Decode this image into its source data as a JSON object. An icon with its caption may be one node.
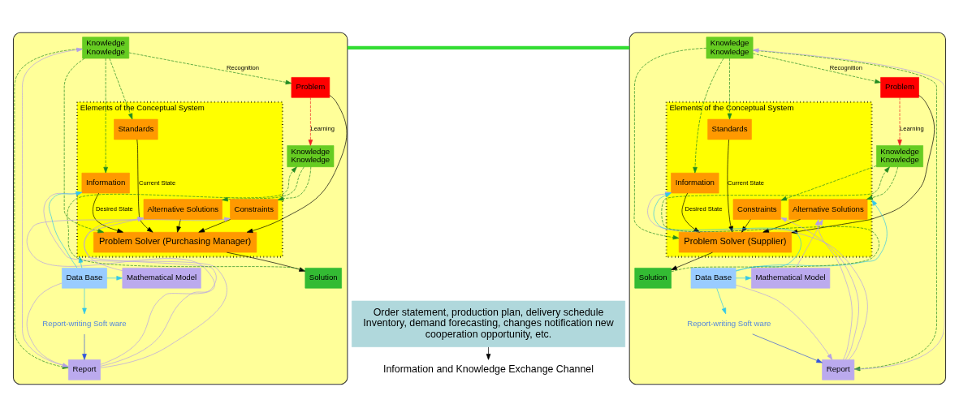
{
  "diagram": {
    "nodes": [
      {
        "text": [],
        "shape": "box"
      },
      {
        "text": [
          "Knowledge",
          "Knowledge"
        ],
        "in": 0
      },
      {
        "text": [
          "Problem"
        ],
        "in": 0
      },
      {
        "text": [
          "Knowledge",
          "Knowledge"
        ],
        "in": 0
      },
      {
        "text": [
          "Elements of the Conceptual System"
        ],
        "in": 0
      },
      {
        "text": [
          "Standards"
        ],
        "in": 4
      },
      {
        "text": [
          "Problem Solver (Purchasing Manager)"
        ],
        "in": 4
      },
      {
        "text": [
          "Alternative Solutions"
        ],
        "in": 4
      },
      {
        "text": [
          "Information"
        ],
        "in": 4
      },
      {
        "text": [
          "Constraints"
        ],
        "in": 4
      },
      {
        "text": [
          "Report"
        ],
        "in": 0
      },
      {
        "text": [
          "Data Base"
        ],
        "in": 0
      },
      {
        "text": [
          "Solution"
        ],
        "in": 0
      },
      {
        "text": [
          "Mathematical Model"
        ],
        "in": 0
      },
      {
        "text": [
          "Report-writing Soft ware"
        ],
        "in": 0
      },
      {
        "text": [],
        "shape": "box"
      },
      {
        "text": [
          "Knowledge",
          "Knowledge"
        ],
        "in": 15
      },
      {
        "text": [
          "Problem"
        ],
        "in": 15
      },
      {
        "text": [
          "Knowledge",
          "Knowledge"
        ],
        "in": 15
      },
      {
        "text": [
          "Elements of the Conceptual System"
        ],
        "in": 15
      },
      {
        "text": [
          "Standards"
        ],
        "in": 19
      },
      {
        "text": [
          "Problem Solver (Supplier)"
        ],
        "in": 19
      },
      {
        "text": [
          "Alternative Solutions"
        ],
        "in": 19
      },
      {
        "text": [
          "Information"
        ],
        "in": 19
      },
      {
        "text": [
          "Constraints"
        ],
        "in": 19
      },
      {
        "text": [
          "Report"
        ],
        "in": 15
      },
      {
        "text": [
          "Data Base"
        ],
        "in": 15
      },
      {
        "text": [
          "Solution"
        ],
        "in": 15
      },
      {
        "text": [
          "Mathematical Model"
        ],
        "in": 15
      },
      {
        "text": [
          "Report-writing Soft ware"
        ],
        "in": 15
      },
      {
        "text": [
          "Order statement, production plan, delivery schedule Inventory, demand forecasting, changes notification new cooperation opportunity, etc."
        ]
      },
      {
        "text": [
          "Information and Knowledge Exchange Channel"
        ]
      }
    ],
    "edges": [
      {
        "from": 1,
        "to": 2,
        "arrow": "to",
        "label": "Recognition",
        "style": "dashed",
        "color": "#228b22"
      },
      {
        "from": 2,
        "to": 3,
        "arrow": "to",
        "label": "Learning",
        "style": "dashed",
        "color": "#ee2222"
      },
      {
        "from": 2,
        "to": 6,
        "arrow": "to",
        "color": "#000000"
      },
      {
        "from": 1,
        "to": 5,
        "arrow": "to",
        "style": "dashed",
        "color": "#228b22"
      },
      {
        "from": 1,
        "to": 6,
        "arrow": "to",
        "style": "dashed",
        "color": "#228b22"
      },
      {
        "from": 1,
        "to": 8,
        "arrow": "to",
        "style": "dashed",
        "color": "#228b22"
      },
      {
        "from": 3,
        "to": 7,
        "arrow": "to",
        "style": "dashed",
        "color": "#228b22"
      },
      {
        "from": 3,
        "to": 9,
        "arrow": "to",
        "style": "dashed",
        "color": "#228b22"
      },
      {
        "from": 5,
        "to": 6,
        "arrow": "to",
        "label": "Current State",
        "color": "#000000"
      },
      {
        "from": 8,
        "to": 6,
        "arrow": "to",
        "label": "Desired State",
        "color": "#000000"
      },
      {
        "from": 7,
        "to": 6,
        "arrow": "to",
        "color": "#000000"
      },
      {
        "from": 9,
        "to": 6,
        "arrow": "to",
        "color": "#000000"
      },
      {
        "from": 6,
        "to": 12,
        "arrow": "to",
        "color": "#000000"
      },
      {
        "from": 12,
        "to": 3,
        "arrow": "to",
        "style": "dashed",
        "color": "#228b22"
      },
      {
        "from": 1,
        "to": 10,
        "arrow": "to",
        "style": "dashed",
        "color": "#228b22"
      },
      {
        "from": 10,
        "to": 1,
        "arrow": "to",
        "color": "#b4a0e6"
      },
      {
        "from": 10,
        "to": 8,
        "arrow": "to",
        "color": "#b4a0e6"
      },
      {
        "from": 10,
        "to": 7,
        "arrow": "to",
        "color": "#b4a0e6"
      },
      {
        "from": 10,
        "to": 9,
        "arrow": "to",
        "color": "#b4a0e6"
      },
      {
        "from": 13,
        "to": 7,
        "arrow": "to",
        "color": "#b4a0e6"
      },
      {
        "from": 11,
        "to": 10,
        "arrow": "to",
        "color": "#b4a0e6"
      },
      {
        "from": 11,
        "to": 8,
        "arrow": "to",
        "color": "#33c8e8"
      },
      {
        "from": 11,
        "to": 4,
        "arrow": "to",
        "color": "#33c8e8"
      },
      {
        "from": 11,
        "to": 14,
        "arrow": "to",
        "color": "#33c8e8"
      },
      {
        "from": 11,
        "to": 13,
        "arrow": "to",
        "color": "#33c8e8"
      },
      {
        "from": 14,
        "to": 10,
        "arrow": "to",
        "color": "#3355dd"
      },
      {
        "from": 16,
        "to": 17,
        "arrow": "to",
        "label": "Recognition",
        "style": "dashed",
        "color": "#228b22"
      },
      {
        "from": 17,
        "to": 18,
        "arrow": "to",
        "label": "Learning",
        "style": "dashed",
        "color": "#ee2222"
      },
      {
        "from": 17,
        "to": 21,
        "arrow": "to",
        "color": "#000000"
      },
      {
        "from": 16,
        "to": 20,
        "arrow": "to",
        "style": "dashed",
        "color": "#228b22"
      },
      {
        "from": 16,
        "to": 21,
        "arrow": "to",
        "style": "dashed",
        "color": "#228b22"
      },
      {
        "from": 16,
        "to": 23,
        "arrow": "to",
        "style": "dashed",
        "color": "#228b22"
      },
      {
        "from": 18,
        "to": 22,
        "arrow": "to",
        "style": "dashed",
        "color": "#228b22"
      },
      {
        "from": 18,
        "to": 24,
        "arrow": "to",
        "style": "dashed",
        "color": "#228b22"
      },
      {
        "from": 20,
        "to": 21,
        "arrow": "to",
        "label": "Current State",
        "color": "#000000"
      },
      {
        "from": 23,
        "to": 21,
        "arrow": "to",
        "label": "Desired State",
        "color": "#000000"
      },
      {
        "from": 22,
        "to": 21,
        "arrow": "to",
        "color": "#000000"
      },
      {
        "from": 24,
        "to": 21,
        "arrow": "to",
        "color": "#000000"
      },
      {
        "from": 21,
        "to": 27,
        "arrow": "to",
        "color": "#000000"
      },
      {
        "from": 27,
        "to": 18,
        "arrow": "to",
        "style": "dashed",
        "color": "#228b22"
      },
      {
        "from": 16,
        "to": 25,
        "arrow": "to",
        "style": "dashed",
        "color": "#228b22"
      },
      {
        "from": 25,
        "to": 16,
        "arrow": "to",
        "color": "#b4a0e6"
      },
      {
        "from": 25,
        "to": 23,
        "arrow": "to",
        "color": "#b4a0e6"
      },
      {
        "from": 25,
        "to": 22,
        "arrow": "to",
        "color": "#b4a0e6"
      },
      {
        "from": 25,
        "to": 24,
        "arrow": "to",
        "color": "#b4a0e6"
      },
      {
        "from": 28,
        "to": 22,
        "arrow": "to",
        "color": "#b4a0e6"
      },
      {
        "from": 26,
        "to": 25,
        "arrow": "to",
        "color": "#b4a0e6"
      },
      {
        "from": 26,
        "to": 23,
        "arrow": "to",
        "color": "#33c8e8"
      },
      {
        "from": 26,
        "to": 19,
        "arrow": "to",
        "color": "#33c8e8"
      },
      {
        "from": 26,
        "to": 29,
        "arrow": "to",
        "color": "#33c8e8"
      },
      {
        "from": 26,
        "to": 28,
        "arrow": "to",
        "color": "#33c8e8"
      },
      {
        "from": 29,
        "to": 25,
        "arrow": "to",
        "color": "#3355dd"
      },
      {
        "from": 0,
        "to": 15,
        "arrow": "none",
        "style": "thick",
        "color": "#33dd33"
      },
      {
        "from": 30,
        "to": 31,
        "arrow": "to",
        "color": "#000000"
      }
    ]
  }
}
